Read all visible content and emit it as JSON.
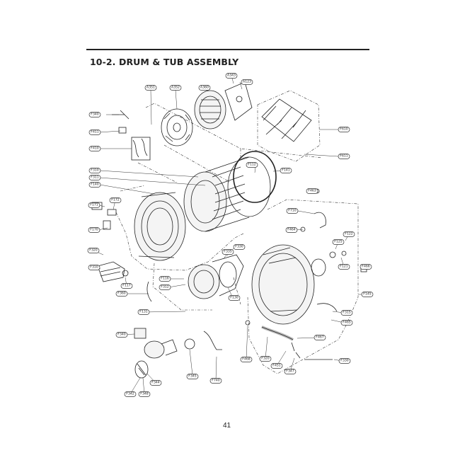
{
  "section_title": "10-2. DRUM & TUB ASSEMBLY",
  "page_number": "41",
  "callouts": [
    {
      "id": "c-a343",
      "label": "A343"
    },
    {
      "id": "c-a351",
      "label": "A351"
    },
    {
      "id": "c-a352",
      "label": "A352"
    },
    {
      "id": "c-a360",
      "label": "A360"
    },
    {
      "id": "c-a123",
      "label": "A123"
    },
    {
      "id": "c-f340",
      "label": "F340"
    },
    {
      "id": "c-f411",
      "label": "F411"
    },
    {
      "id": "c-f410",
      "label": "F410"
    },
    {
      "id": "c-f610",
      "label": "F610"
    },
    {
      "id": "c-f611",
      "label": "F611"
    },
    {
      "id": "c-f310",
      "label": "F310"
    },
    {
      "id": "c-f311",
      "label": "F311"
    },
    {
      "id": "c-f140",
      "label": "F140"
    },
    {
      "id": "c-f112",
      "label": "F112"
    },
    {
      "id": "c-f141",
      "label": "F141"
    },
    {
      "id": "c-f463",
      "label": "F463"
    },
    {
      "id": "c-f171",
      "label": "F171"
    },
    {
      "id": "c-f172",
      "label": "F172"
    },
    {
      "id": "c-f170",
      "label": "F170"
    },
    {
      "id": "c-f710",
      "label": "F710"
    },
    {
      "id": "c-f464",
      "label": "F464"
    },
    {
      "id": "c-f122",
      "label": "F122"
    },
    {
      "id": "c-f125",
      "label": "F125"
    },
    {
      "id": "c-f121",
      "label": "F121"
    },
    {
      "id": "c-f330",
      "label": "F330"
    },
    {
      "id": "c-f335",
      "label": "F335"
    },
    {
      "id": "c-f320",
      "label": "F320"
    },
    {
      "id": "c-f310b",
      "label": "F310"
    },
    {
      "id": "c-f466",
      "label": "F466"
    },
    {
      "id": "c-f145",
      "label": "F145"
    },
    {
      "id": "c-f116",
      "label": "F116"
    },
    {
      "id": "c-f117",
      "label": "F117"
    },
    {
      "id": "c-f312",
      "label": "F312"
    },
    {
      "id": "c-f360",
      "label": "F360"
    },
    {
      "id": "c-f130",
      "label": "F130"
    },
    {
      "id": "c-f315",
      "label": "F315"
    },
    {
      "id": "c-f131",
      "label": "F131"
    },
    {
      "id": "c-f465",
      "label": "F465"
    },
    {
      "id": "c-f467",
      "label": "F467"
    },
    {
      "id": "c-f340b",
      "label": "F340"
    },
    {
      "id": "c-f468",
      "label": "F468"
    },
    {
      "id": "c-f320b",
      "label": "F320"
    },
    {
      "id": "c-f451",
      "label": "F451"
    },
    {
      "id": "c-f347",
      "label": "F347"
    },
    {
      "id": "c-f330b",
      "label": "F330"
    },
    {
      "id": "c-f345",
      "label": "F345"
    },
    {
      "id": "c-f740",
      "label": "F740"
    },
    {
      "id": "c-f344",
      "label": "F344"
    },
    {
      "id": "c-f342",
      "label": "F342"
    },
    {
      "id": "c-f348",
      "label": "F348"
    }
  ]
}
